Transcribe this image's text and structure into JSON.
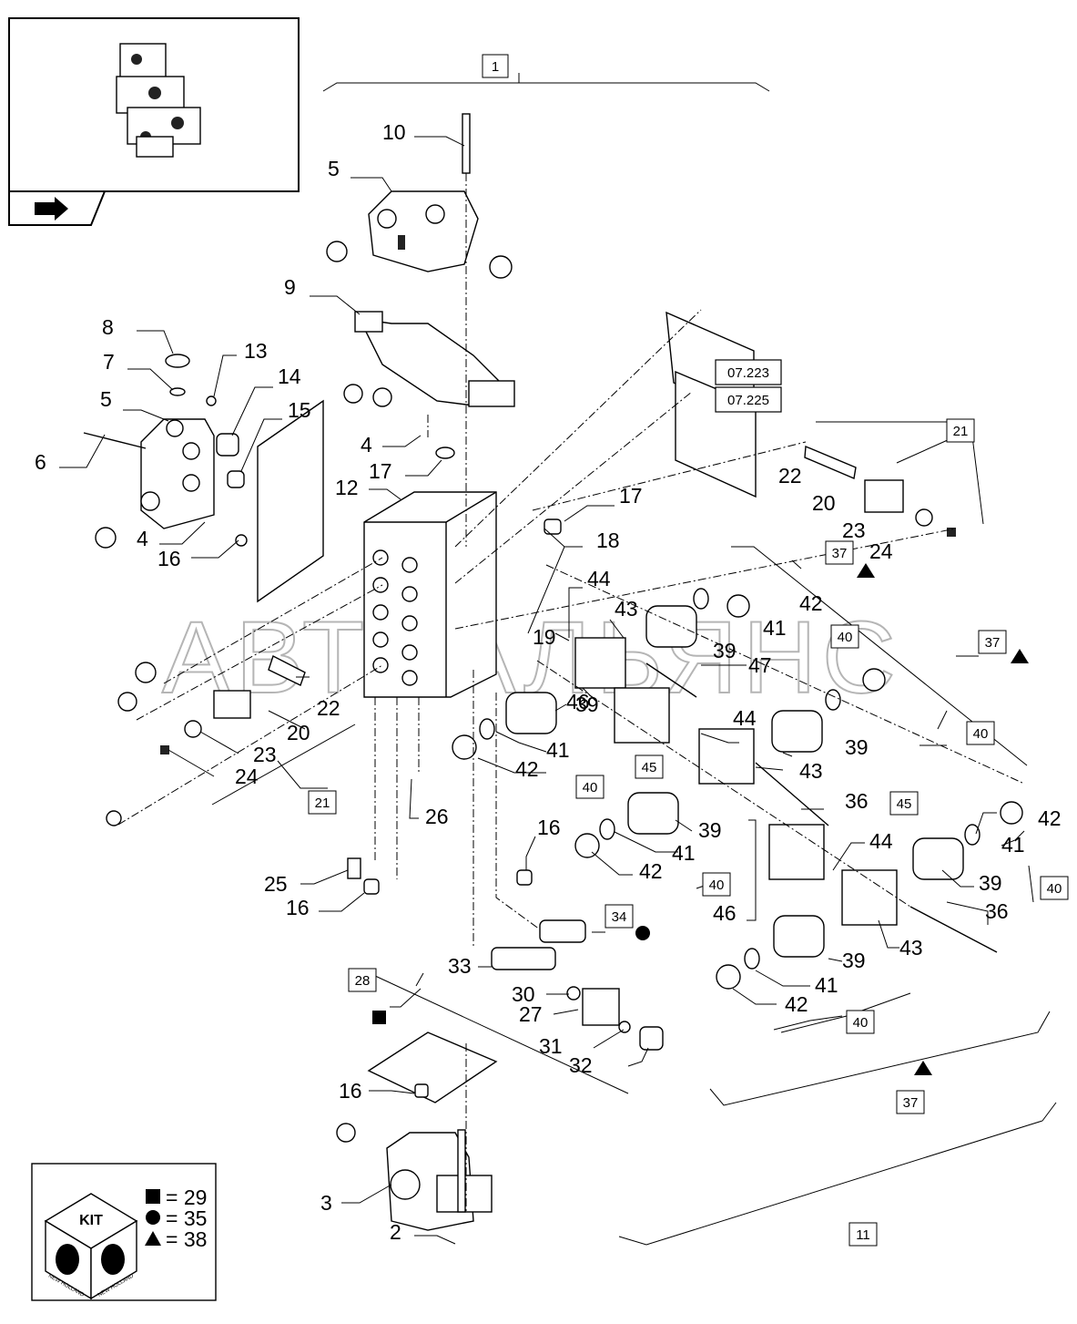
{
  "watermark": "АВТОАЛЬЯНС",
  "group_boxes": [
    "1",
    "21",
    "21",
    "37",
    "37",
    "37",
    "40",
    "40",
    "40",
    "40",
    "40",
    "45",
    "45",
    "34",
    "28",
    "11"
  ],
  "reference_boxes": [
    "07.223",
    "07.225"
  ],
  "callouts": [
    "10",
    "5",
    "9",
    "8",
    "7",
    "13",
    "14",
    "5",
    "15",
    "6",
    "4",
    "16",
    "4",
    "17",
    "12",
    "17",
    "18",
    "22",
    "20",
    "23",
    "24",
    "44",
    "43",
    "42",
    "41",
    "19",
    "47",
    "39",
    "46",
    "22",
    "20",
    "23",
    "24",
    "39",
    "41",
    "42",
    "44",
    "39",
    "43",
    "36",
    "16",
    "39",
    "41",
    "42",
    "26",
    "25",
    "16",
    "46",
    "44",
    "39",
    "42",
    "41",
    "36",
    "43",
    "39",
    "41",
    "42",
    "33",
    "30",
    "27",
    "31",
    "32",
    "16",
    "3",
    "2"
  ],
  "kit": {
    "title": "KIT",
    "brand": "NEW HOLLAND",
    "legend": [
      {
        "symbol": "square",
        "text": "= 29"
      },
      {
        "symbol": "circle",
        "text": "= 35"
      },
      {
        "symbol": "triangle",
        "text": "= 38"
      }
    ]
  }
}
